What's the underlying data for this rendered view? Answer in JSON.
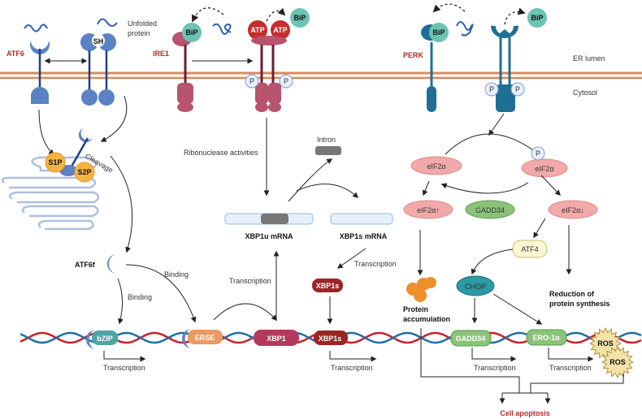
{
  "labels": {
    "atf6": "ATF6",
    "ire1": "IRE1",
    "perk": "PERK",
    "unfolded_protein_1": "Unfolded",
    "unfolded_protein_2": "protein",
    "er_lumen": "ER lumen",
    "cytosol": "Cytosol",
    "bip": "BiP",
    "atp": "ATP",
    "sh": "SH",
    "p": "P",
    "s1p": "S1P",
    "s2p": "S2P",
    "cleavage": "Cleavage",
    "atf6f": "ATF6f",
    "binding": "Binding",
    "ribonuclease": "Ribonuclease activities",
    "intron": "Intron",
    "xbp1u_mrna": "XBP1u mRNA",
    "xbp1s_mrna": "XBP1s mRNA",
    "transcription": "Transcription",
    "xbp1s": "XBP1s",
    "xbp1": "XBP1",
    "bzip": "bZIP",
    "erse": "ERSE",
    "eif2a": "eIF2α",
    "eif2a_up": "eIF2α↑",
    "eif2a_down": "eIF2α↓",
    "gadd34": "GADD34",
    "atf4": "ATF4",
    "chop": "CHOP",
    "ero1a": "ERO-1α",
    "ros": "ROS",
    "protein_accumulation_1": "Protein",
    "protein_accumulation_2": "accumulation",
    "reduction_1": "Reduction of",
    "reduction_2": "protein synthesis",
    "cell_apoptosis": "Cell apoptosis"
  },
  "colors": {
    "atf6": "#5b82c4",
    "ire1": "#b8546d",
    "perk": "#1f6f94",
    "bip": "#6cc3b3",
    "atp": "#c62d2d",
    "membrane": "#d88a5b",
    "eif2a": "#f2a9a9",
    "gadd34": "#8cc37a",
    "chop": "#2a9aa3",
    "atf4": "#fbf6d4",
    "s1p": "#f5b342",
    "erse": "#eb9a63",
    "xbp1": "#b23a5e",
    "xbp1s": "#9b2525",
    "bzip": "#4ea5a5",
    "dna_red": "#c8202a",
    "dna_blue": "#1d6fa5",
    "apoptosis": "#b22a2a"
  }
}
